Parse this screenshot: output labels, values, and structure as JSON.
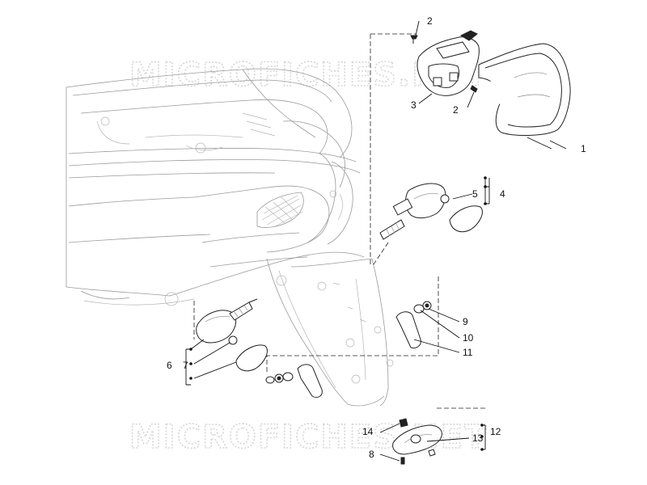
{
  "watermark": {
    "text": "MICROFICHES.NET"
  },
  "callouts": [
    {
      "id": "c1",
      "label": "1"
    },
    {
      "id": "c2a",
      "label": "2"
    },
    {
      "id": "c2b",
      "label": "2"
    },
    {
      "id": "c3",
      "label": "3"
    },
    {
      "id": "c4",
      "label": "4"
    },
    {
      "id": "c5",
      "label": "5"
    },
    {
      "id": "c6",
      "label": "6"
    },
    {
      "id": "c7",
      "label": "7"
    },
    {
      "id": "c8",
      "label": "8"
    },
    {
      "id": "c9",
      "label": "9"
    },
    {
      "id": "c10",
      "label": "10"
    },
    {
      "id": "c11",
      "label": "11"
    },
    {
      "id": "c12",
      "label": "12"
    },
    {
      "id": "c13",
      "label": "13"
    },
    {
      "id": "c14",
      "label": "14"
    }
  ]
}
